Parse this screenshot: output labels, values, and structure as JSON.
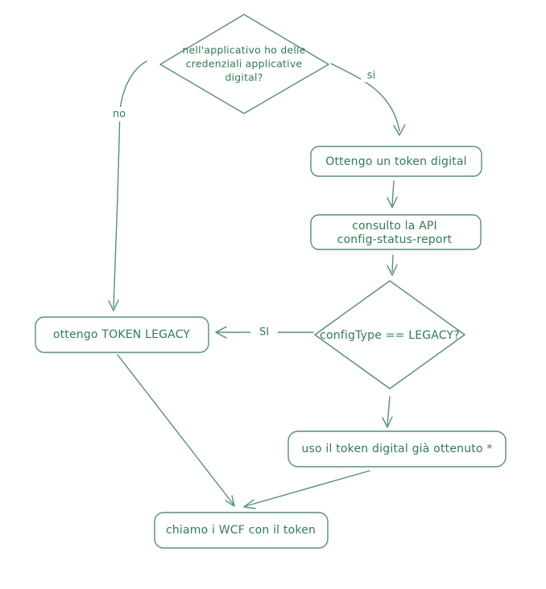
{
  "canvas": {
    "background": "#ffffff"
  },
  "style": {
    "stroke_color": "#569073",
    "text_color": "#2f7d52"
  },
  "nodes": {
    "start_decision": {
      "type": "diamond",
      "line1": "nell'applicativo ho delle",
      "line2": "credenziali applicative",
      "line3": "digital?"
    },
    "get_digital_token": {
      "type": "rect",
      "label": "Ottengo un token digital"
    },
    "consult_api": {
      "type": "rect",
      "line1": "consulto la API",
      "line2": "config-status-report"
    },
    "config_type_decision": {
      "type": "diamond",
      "label": "configType == LEGACY?"
    },
    "get_legacy_token": {
      "type": "rect",
      "label": "ottengo TOKEN LEGACY"
    },
    "use_digital_token": {
      "type": "rect",
      "label": "uso il token digital già ottenuto *"
    },
    "call_wcf": {
      "type": "rect",
      "label": "chiamo i WCF con il token"
    }
  },
  "edge_labels": {
    "yes_lower": "si",
    "no_lower": "no",
    "yes_upper": "SI"
  }
}
